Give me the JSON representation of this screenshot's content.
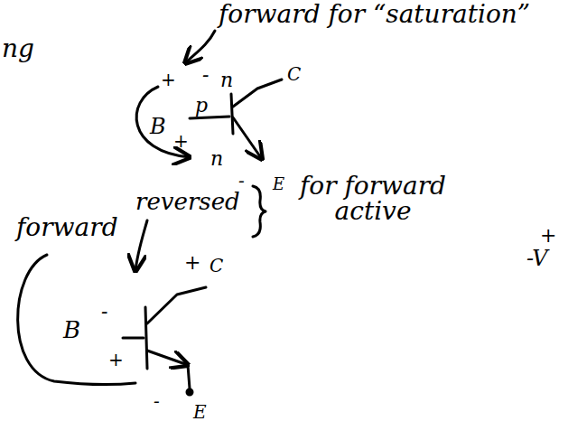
{
  "diagram": {
    "labels": [
      "forward for “saturation”",
      "ng",
      "+",
      "-",
      "n",
      "C",
      "B",
      "p",
      "+",
      "n",
      "-",
      "E",
      "forward",
      "reversed",
      "for forward active",
      "+",
      "C",
      "-",
      "B",
      "+",
      "-",
      "E",
      "+",
      "-V"
    ]
  }
}
